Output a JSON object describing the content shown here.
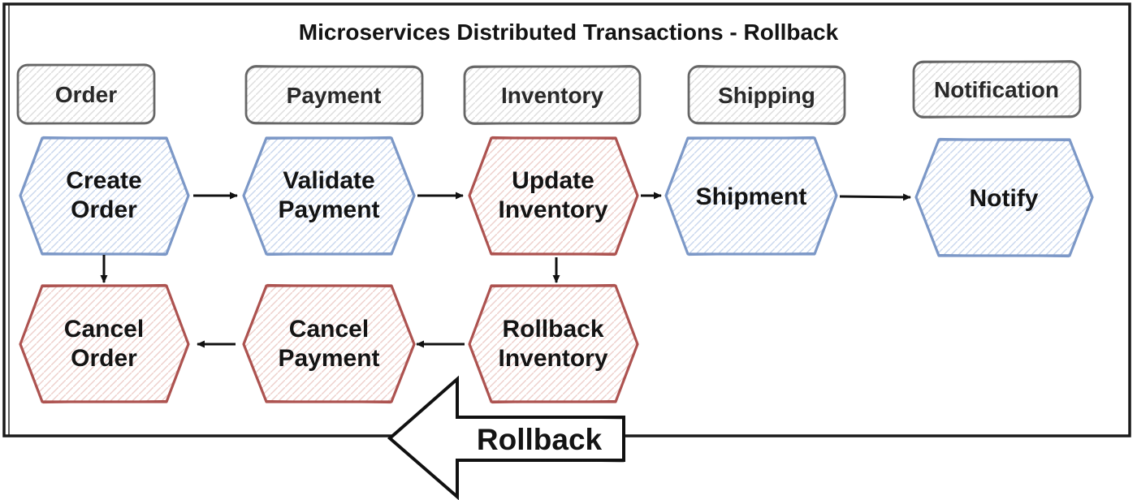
{
  "title": "Microservices Distributed Transactions - Rollback",
  "colors": {
    "frame": "#1a1a1a",
    "arrow": "#111111",
    "service_stroke": "#666666",
    "service_hatch": "#dddddd",
    "blue_stroke": "#7c98c7",
    "blue_hatch": "#c9d7ee",
    "red_stroke": "#ad5350",
    "red_hatch": "#eed0cc",
    "label_text": "#141414",
    "background": "#ffffff"
  },
  "services": [
    {
      "label": "Order"
    },
    {
      "label": "Payment"
    },
    {
      "label": "Inventory"
    },
    {
      "label": "Shipping"
    },
    {
      "label": "Notification"
    }
  ],
  "saga_steps": [
    {
      "line1": "Create",
      "line2": "Order",
      "color": "blue"
    },
    {
      "line1": "Validate",
      "line2": "Payment",
      "color": "blue"
    },
    {
      "line1": "Update",
      "line2": "Inventory",
      "color": "red"
    },
    {
      "line1": "Shipment",
      "line2": "",
      "color": "blue"
    },
    {
      "line1": "Notify",
      "line2": "",
      "color": "blue"
    }
  ],
  "compensation_steps": [
    {
      "line1": "Cancel",
      "line2": "Order",
      "color": "red"
    },
    {
      "line1": "Cancel",
      "line2": "Payment",
      "color": "red"
    },
    {
      "line1": "Rollback",
      "line2": "Inventory",
      "color": "red"
    }
  ],
  "rollback_arrow": {
    "label": "Rollback",
    "direction": "left"
  }
}
